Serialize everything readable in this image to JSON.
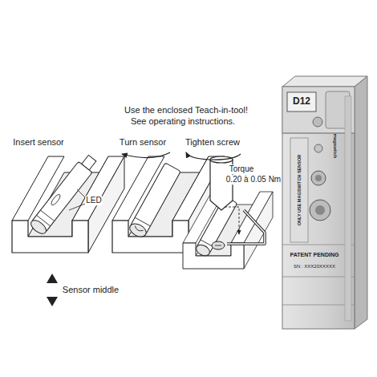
{
  "diagram": {
    "labels": [
      "Use the enclosed Teach-in-tool!",
      "See operating instructions.",
      "Insert sensor",
      "LED",
      "Turn sensor",
      "Tighten screw",
      "Torque",
      "0.20 à 0.05 Nm",
      "Sensor middle",
      "D12",
      "ONLY USE MAGSWITCH SENSOR",
      "PATENT PENDING",
      "SN : XXX20XXXXX",
      "magswitch"
    ]
  }
}
